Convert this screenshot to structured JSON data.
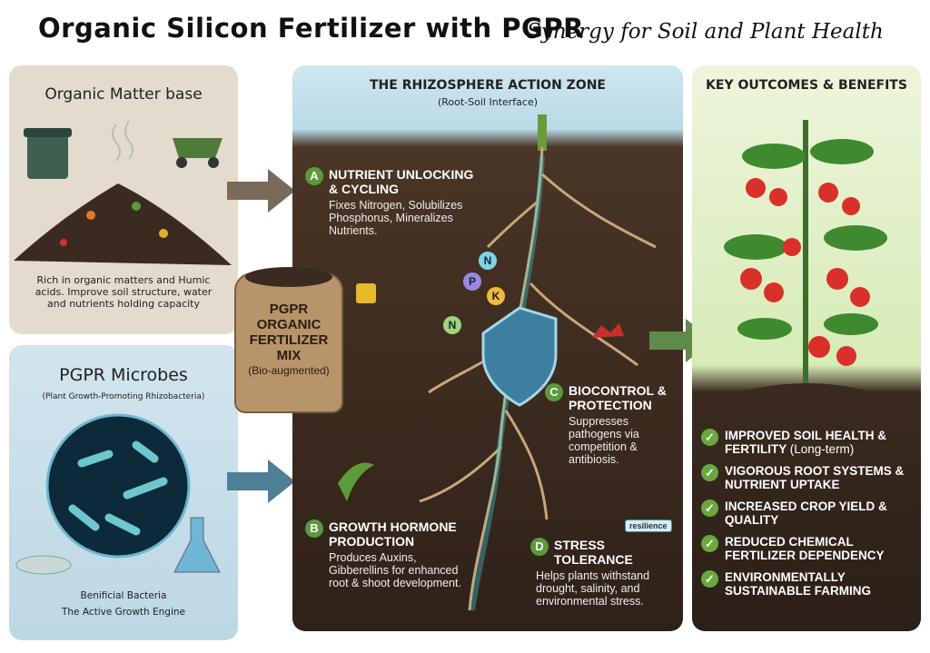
{
  "header": {
    "title": "Organic Silicon Fertilizer with PGPR",
    "subtitle": "Synergy for Soil and Plant Health"
  },
  "organic": {
    "title": "Organic Matter base",
    "text": "Rich in organic matters and Humic acids. Improve soil structure, water and nutrients holding capacity"
  },
  "microbes": {
    "title": "PGPR Microbes",
    "subtitle": "(Plant Growth-Promoting Rhizobacteria)",
    "caption1": "Benificial Bacteria",
    "caption2": "The Active Growth Engine"
  },
  "sack": {
    "line1": "PGPR",
    "line2": "ORGANIC",
    "line3": "FERTILIZER",
    "line4": "MIX",
    "note": "(Bio-augmented)"
  },
  "zone": {
    "title": "THE RHIZOSPHERE ACTION ZONE",
    "subtitle": "(Root-Soil Interface)",
    "sections": [
      {
        "letter": "A",
        "head": "NUTRIENT UNLOCKING & CYCLING",
        "body": "Fixes Nitrogen, Solubilizes Phosphorus, Mineralizes Nutrients."
      },
      {
        "letter": "B",
        "head": "GROWTH HORMONE PRODUCTION",
        "body": "Produces Auxins, Gibberellins for enhanced root & shoot development."
      },
      {
        "letter": "C",
        "head": "BIOCONTROL & PROTECTION",
        "body": "Suppresses pathogens via competition & antibiosis."
      },
      {
        "letter": "D",
        "head": "STRESS TOLERANCE",
        "body": "Helps plants withstand drought, salinity, and environmental stress."
      }
    ],
    "nutrients": [
      "N",
      "P",
      "K",
      "N"
    ],
    "resilience": "resilience"
  },
  "outcomes": {
    "title": "KEY OUTCOMES & BENEFITS",
    "items": [
      {
        "text": "IMPROVED SOIL HEALTH & FERTILITY",
        "sub": "(Long-term)"
      },
      {
        "text": "VIGOROUS ROOT SYSTEMS & NUTRIENT UPTAKE"
      },
      {
        "text": "INCREASED CROP YIELD & QUALITY"
      },
      {
        "text": "REDUCED CHEMICAL FERTILIZER DEPENDENCY"
      },
      {
        "text": "ENVIRONMENTALLY SUSTAINABLE FARMING"
      }
    ]
  },
  "colors": {
    "accent_green": "#5a9a3c",
    "soil": "#2f2119",
    "glow": "#3fd6e0"
  }
}
